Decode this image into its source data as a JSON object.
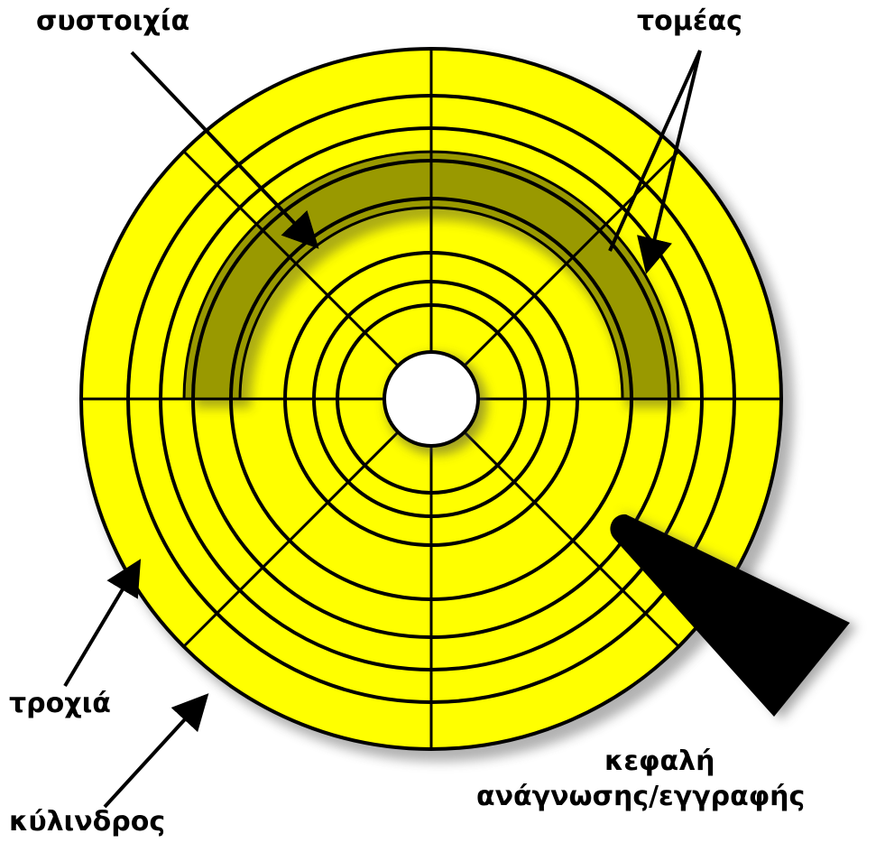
{
  "diagram": {
    "labels": {
      "array": "συστοιχία",
      "sector": "τομέας",
      "track": "τροχιά",
      "cylinder": "κύλινδρος",
      "head_line1": "κεφαλή",
      "head_line2": "ανάγνωσης/εγγραφής"
    },
    "colors": {
      "platter": "#ffff00",
      "highlighted_cluster": "#999900",
      "lines": "#000000",
      "hub": "#ffffff",
      "background": "#ffffff"
    },
    "structure": {
      "track_count": 8,
      "sector_count": 8
    }
  }
}
